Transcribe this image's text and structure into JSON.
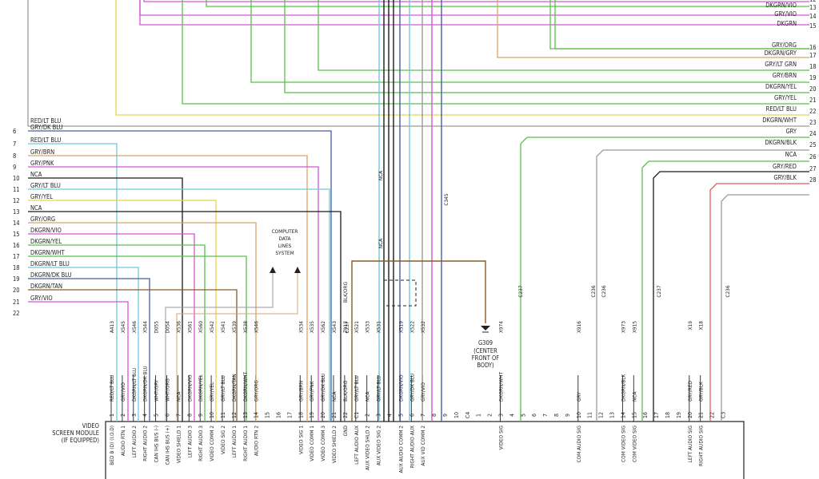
{
  "module": {
    "name_lines": [
      "VIDEO",
      "SCREEN MODULE",
      "(IF EQUIPPED)"
    ]
  },
  "right_labels": [
    {
      "num": "12",
      "label": ""
    },
    {
      "num": "13",
      "label": "DKGRN/VIO"
    },
    {
      "num": "14",
      "label": "GRY/VIO"
    },
    {
      "num": "15",
      "label": "DKGRN"
    },
    {
      "num": "16",
      "label": "GRY/ORG"
    },
    {
      "num": "17",
      "label": "DKGRN/GRY"
    },
    {
      "num": "18",
      "label": "GRY/LT GRN"
    },
    {
      "num": "19",
      "label": "GRY/BRN"
    },
    {
      "num": "20",
      "label": "DKGRN/YEL"
    },
    {
      "num": "21",
      "label": "GRY/YEL"
    },
    {
      "num": "22",
      "label": "RED/LT BLU"
    },
    {
      "num": "23",
      "label": "DKGRN/WHT"
    },
    {
      "num": "24",
      "label": "GRY"
    },
    {
      "num": "25",
      "label": "DKGRN/BLK"
    },
    {
      "num": "26",
      "label": "NCA"
    },
    {
      "num": "27",
      "label": "GRY/RED"
    },
    {
      "num": "28",
      "label": "GRY/BLK"
    }
  ],
  "left_labels": [
    {
      "num": "6",
      "label": "GRY/DK BLU"
    },
    {
      "num": "7",
      "label": "RED/LT BLU"
    },
    {
      "num": "8",
      "label": "GRY/BRN"
    },
    {
      "num": "9",
      "label": "GRY/PNK"
    },
    {
      "num": "10",
      "label": "NCA"
    },
    {
      "num": "11",
      "label": "GRY/LT BLU"
    },
    {
      "num": "12",
      "label": "GRY/YEL"
    },
    {
      "num": "13",
      "label": "NCA"
    },
    {
      "num": "14",
      "label": "GRY/ORG"
    },
    {
      "num": "15",
      "label": "DKGRN/VIO"
    },
    {
      "num": "16",
      "label": "DKGRN/YEL"
    },
    {
      "num": "17",
      "label": "DKGRN/WHT"
    },
    {
      "num": "18",
      "label": "DKGRN/LT BLU"
    },
    {
      "num": "19",
      "label": "DKGRN/DK BLU"
    },
    {
      "num": "20",
      "label": "DKGRN/TAN"
    },
    {
      "num": "21",
      "label": "GRY/VIO"
    },
    {
      "num": "22",
      "label": ""
    }
  ],
  "red_lt_blu_top": "RED/LT BLU",
  "computer_data_lines": [
    "COMPUTER",
    "DATA",
    "LINES",
    "SYSTEM"
  ],
  "ground": {
    "id": "G309",
    "lines": [
      "(CENTER",
      "FRONT OF",
      "BODY)"
    ]
  },
  "connectors": [
    {
      "label": "C237"
    },
    {
      "label": "C236"
    },
    {
      "label": "C237"
    },
    {
      "label": "C236"
    },
    {
      "label": "C237"
    },
    {
      "label": "C236"
    },
    {
      "label": "C345"
    }
  ],
  "vertical_wire_labels": [
    "NCA",
    "NCA",
    "BLK/ORG"
  ],
  "bottom_wires": [
    {
      "circuit": "A413",
      "color": "RED/LT BLU",
      "pin": "1",
      "func": "BED B (D) (I.O.D)"
    },
    {
      "circuit": "X545",
      "color": "GRY/VIO",
      "pin": "2",
      "func": "AUDIO RTN 1"
    },
    {
      "circuit": "X546",
      "color": "DKGRN/LT BLU",
      "pin": "3",
      "func": "LEFT AUDIO 2"
    },
    {
      "circuit": "X544",
      "color": "DKGRN/DK BLU",
      "pin": "4",
      "func": "RIGHT AUDIO 2"
    },
    {
      "circuit": "D055",
      "color": "WHT/GRY",
      "pin": "5",
      "func": "CAN IHS BUS (-)"
    },
    {
      "circuit": "D054",
      "color": "WHT/ORG",
      "pin": "6",
      "func": "CAN IHS BUS (+)"
    },
    {
      "circuit": "X536",
      "color": "NCA",
      "pin": "7",
      "func": "VIDEO SHIELD 1"
    },
    {
      "circuit": "X561",
      "color": "DKGRN/VIO",
      "pin": "8",
      "func": "LEFT AUDIO 3"
    },
    {
      "circuit": "X560",
      "color": "DKGRN/YEL",
      "pin": "9",
      "func": "RIGHT AUDIO 3"
    },
    {
      "circuit": "X542",
      "color": "GRY/YEL",
      "pin": "10",
      "func": "VIDEO COMM 2"
    },
    {
      "circuit": "X541",
      "color": "GRY/LT BLU",
      "pin": "11",
      "func": "VIDEO SIG 2"
    },
    {
      "circuit": "X539",
      "color": "DKGRN/TAN",
      "pin": "12",
      "func": "LEFT AUDIO 1"
    },
    {
      "circuit": "X538",
      "color": "DKGRN/WHT",
      "pin": "13",
      "func": "RIGHT AUDIO 1"
    },
    {
      "circuit": "X546",
      "color": "GRY/ORG",
      "pin": "14",
      "func": "AUDIO RTN 2"
    },
    {
      "circuit": "",
      "color": "",
      "pin": "15",
      "func": ""
    },
    {
      "circuit": "",
      "color": "",
      "pin": "16",
      "func": ""
    },
    {
      "circuit": "",
      "color": "",
      "pin": "17",
      "func": ""
    },
    {
      "circuit": "X534",
      "color": "GRY/BRN",
      "pin": "18",
      "func": "VIDEO SIG 1"
    },
    {
      "circuit": "X535",
      "color": "GRY/PNK",
      "pin": "19",
      "func": "VIDEO COMM 1"
    },
    {
      "circuit": "X562",
      "color": "GRY/DK BLU",
      "pin": "20",
      "func": "VIDEO COMM 3"
    },
    {
      "circuit": "X543",
      "color": "NCA",
      "pin": "21",
      "func": "VIDEO SHIELD 2"
    },
    {
      "circuit": "Z912",
      "color": "BLK/ORG",
      "pin": "22",
      "func": "GND"
    },
    {
      "circuit": "X521",
      "color": "GRY/LT BLU",
      "pin": "C1",
      "func": "LEFT AUDIO AUX"
    },
    {
      "circuit": "X533",
      "color": "NCA",
      "pin": "2",
      "func": "AUX VIDEO SHLD 2"
    },
    {
      "circuit": "X531",
      "color": "GRY/LT BLU",
      "pin": "3",
      "func": "AUX VIDEO SIG 2"
    },
    {
      "circuit": "",
      "color": "",
      "pin": "4",
      "func": ""
    },
    {
      "circuit": "X519",
      "color": "DKGRN/VIO",
      "pin": "5",
      "func": "AUX AUDIO COMM 2"
    },
    {
      "circuit": "X522",
      "color": "GRY/DK BLU",
      "pin": "6",
      "func": "RIGHT AUDIO AUX"
    },
    {
      "circuit": "X532",
      "color": "GRY/VIO",
      "pin": "7",
      "func": "AUX VID COMM 2"
    },
    {
      "circuit": "",
      "color": "",
      "pin": "8",
      "func": ""
    },
    {
      "circuit": "",
      "color": "",
      "pin": "9",
      "func": ""
    },
    {
      "circuit": "",
      "color": "",
      "pin": "10",
      "func": ""
    },
    {
      "circuit": "",
      "color": "",
      "pin": "C4",
      "func": ""
    },
    {
      "circuit": "",
      "color": "",
      "pin": "1",
      "func": ""
    },
    {
      "circuit": "",
      "color": "",
      "pin": "2",
      "func": ""
    },
    {
      "circuit": "X974",
      "color": "DKGRN/WHT",
      "pin": "3",
      "func": "VIDEO SIG"
    },
    {
      "circuit": "",
      "color": "",
      "pin": "4",
      "func": ""
    },
    {
      "circuit": "",
      "color": "",
      "pin": "5",
      "func": ""
    },
    {
      "circuit": "",
      "color": "",
      "pin": "6",
      "func": ""
    },
    {
      "circuit": "",
      "color": "",
      "pin": "7",
      "func": ""
    },
    {
      "circuit": "",
      "color": "",
      "pin": "8",
      "func": ""
    },
    {
      "circuit": "",
      "color": "",
      "pin": "9",
      "func": ""
    },
    {
      "circuit": "X916",
      "color": "GRY",
      "pin": "10",
      "func": "COM AUDIO SIG"
    },
    {
      "circuit": "",
      "color": "",
      "pin": "11",
      "func": ""
    },
    {
      "circuit": "",
      "color": "",
      "pin": "12",
      "func": ""
    },
    {
      "circuit": "",
      "color": "",
      "pin": "13",
      "func": ""
    },
    {
      "circuit": "X973",
      "color": "DKGRN/BLK",
      "pin": "14",
      "func": "COM VIDEO SIG"
    },
    {
      "circuit": "X915",
      "color": "NCA",
      "pin": "15",
      "func": "COM VIDEO SIG"
    },
    {
      "circuit": "",
      "color": "",
      "pin": "16",
      "func": ""
    },
    {
      "circuit": "",
      "color": "",
      "pin": "17",
      "func": ""
    },
    {
      "circuit": "",
      "color": "",
      "pin": "18",
      "func": ""
    },
    {
      "circuit": "",
      "color": "",
      "pin": "19",
      "func": ""
    },
    {
      "circuit": "X19",
      "color": "GRY/RED",
      "pin": "20",
      "func": "LEFT AUDIO SIG"
    },
    {
      "circuit": "X18",
      "color": "GRY/BLK",
      "pin": "21",
      "func": "RIGHT AUDIO SIG"
    },
    {
      "circuit": "",
      "color": "",
      "pin": "22",
      "func": ""
    },
    {
      "circuit": "",
      "color": "",
      "pin": "C3",
      "func": ""
    }
  ],
  "colors": {
    "green": "#5bbf4a",
    "magenta": "#d655d6",
    "orange_tan": "#d9a36a",
    "dark_blue": "#4a5ca8",
    "light_blue": "#6ec9e0",
    "black": "#1a1a1a",
    "yellow": "#e8d44a",
    "gray": "#9a9a9a",
    "red": "#e05a5a",
    "brown": "#8a5a2a"
  }
}
